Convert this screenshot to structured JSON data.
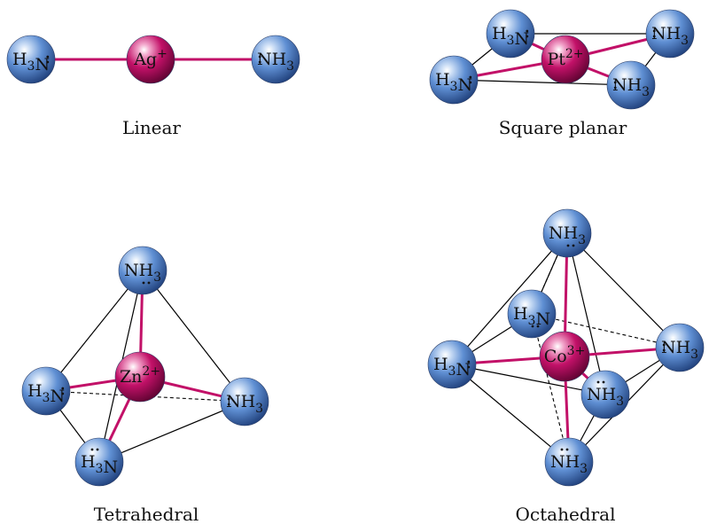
{
  "colors": {
    "ligand": "#4a7cc6",
    "metal": "#c21168",
    "bond": "#c21168",
    "edge": "#000000",
    "background": "#ffffff"
  },
  "geometries": [
    {
      "id": "linear",
      "label": "Linear",
      "metal": {
        "symbol": "Ag",
        "charge": "+"
      },
      "ligands": [
        {
          "formula": "H3N",
          "side": "left"
        },
        {
          "formula": "NH3",
          "side": "right"
        }
      ]
    },
    {
      "id": "square-planar",
      "label": "Square planar",
      "metal": {
        "symbol": "Pt",
        "charge": "2+"
      },
      "ligands": [
        {
          "formula": "H3N",
          "side": "left"
        },
        {
          "formula": "NH3",
          "side": "right"
        },
        {
          "formula": "H3N",
          "side": "left"
        },
        {
          "formula": "NH3",
          "side": "right"
        }
      ]
    },
    {
      "id": "tetrahedral",
      "label": "Tetrahedral",
      "metal": {
        "symbol": "Zn",
        "charge": "2+"
      },
      "ligands": [
        {
          "formula": "NH3",
          "side": "bottom"
        },
        {
          "formula": "H3N",
          "side": "left"
        },
        {
          "formula": "NH3",
          "side": "right"
        },
        {
          "formula": "H3N",
          "side": "top"
        }
      ]
    },
    {
      "id": "octahedral",
      "label": "Octahedral",
      "metal": {
        "symbol": "Co",
        "charge": "3+"
      },
      "ligands": [
        {
          "formula": "NH3",
          "side": "bottom"
        },
        {
          "formula": "H3N",
          "side": "bottom"
        },
        {
          "formula": "H3N",
          "side": "left"
        },
        {
          "formula": "NH3",
          "side": "right"
        },
        {
          "formula": "NH3",
          "side": "top"
        },
        {
          "formula": "NH3",
          "side": "top"
        }
      ]
    }
  ]
}
